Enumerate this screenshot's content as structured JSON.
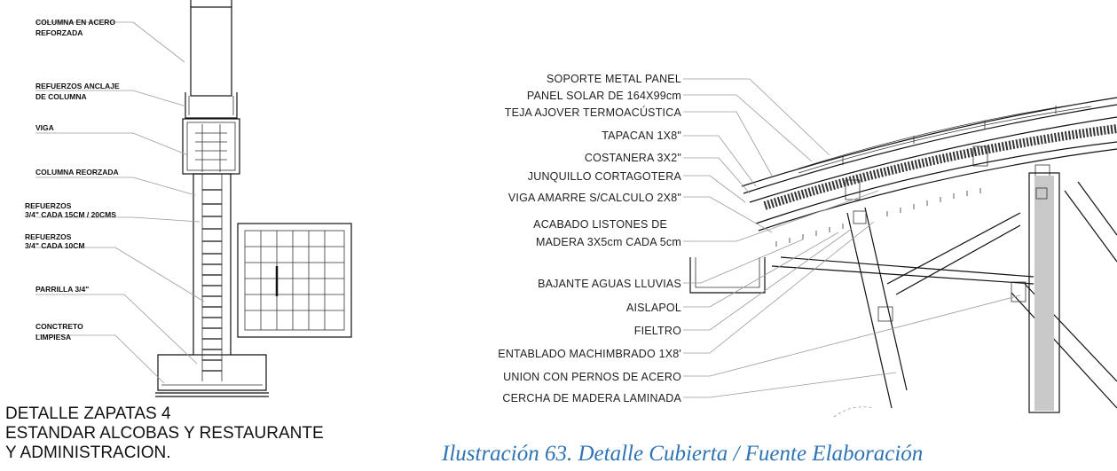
{
  "footing_detail": {
    "labels": [
      "COLUMNA EN ACERO",
      "REFORZADA",
      "REFUERZOS ANCLAJE",
      "DE COLUMNA",
      "VIGA",
      "COLUMNA REORZADA",
      "REFUERZOS",
      "3/4\"  CADA  15CM / 20CMS",
      "REFUERZOS",
      "3/4\"  CADA  10CM",
      "PARRILLA 3/4\"",
      "CONCTRETO",
      "LIMPIESA"
    ],
    "title_lines": [
      "DETALLE ZAPATAS 4",
      "ESTANDAR ALCOBAS Y RESTAURANTE",
      "Y ADMINISTRACION."
    ]
  },
  "roof_detail": {
    "labels": [
      "SOPORTE METAL PANEL",
      "PANEL SOLAR DE 164X99cm",
      "TEJA AJOVER TERMOACÚSTICA",
      "TAPACAN 1X8\"",
      "COSTANERA 3X2\"",
      "JUNQUILLO CORTAGOTERA",
      "VIGA AMARRE S/CALCULO 2X8\"",
      "ACABADO LISTONES DE",
      "MADERA 3X5cm CADA 5cm",
      "BAJANTE AGUAS LLUVIAS",
      "AISLAPOL",
      "FIELTRO",
      "ENTABLADO MACHIMBRADO 1X8'",
      "UNION CON PERNOS DE ACERO",
      "CERCHA DE MADERA LAMINADA"
    ]
  },
  "caption": "Ilustración 63. Detalle Cubierta / Fuente Elaboración"
}
